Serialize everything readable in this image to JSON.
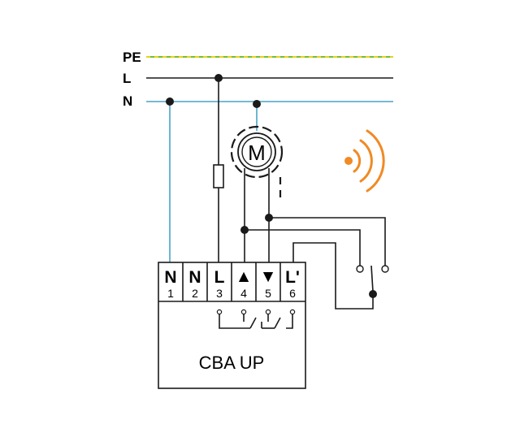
{
  "buses": [
    {
      "label": "PE"
    },
    {
      "label": "L"
    },
    {
      "label": "N"
    }
  ],
  "device": {
    "label": "CBA UP",
    "terminals": [
      {
        "symbol": "N",
        "number": "1"
      },
      {
        "symbol": "N",
        "number": "2"
      },
      {
        "symbol": "L",
        "number": "3"
      },
      {
        "symbol": "▲",
        "number": "4"
      },
      {
        "symbol": "▼",
        "number": "5"
      },
      {
        "symbol": "L'",
        "number": "6"
      }
    ]
  },
  "motor": {
    "symbol": "M"
  },
  "colors": {
    "wire_black": "#1a1a1a",
    "wire_neutral": "#4aa3c8",
    "pe_green": "#6fbf3a",
    "pe_yellow": "#e8d21a",
    "radio": "#f08a24"
  }
}
